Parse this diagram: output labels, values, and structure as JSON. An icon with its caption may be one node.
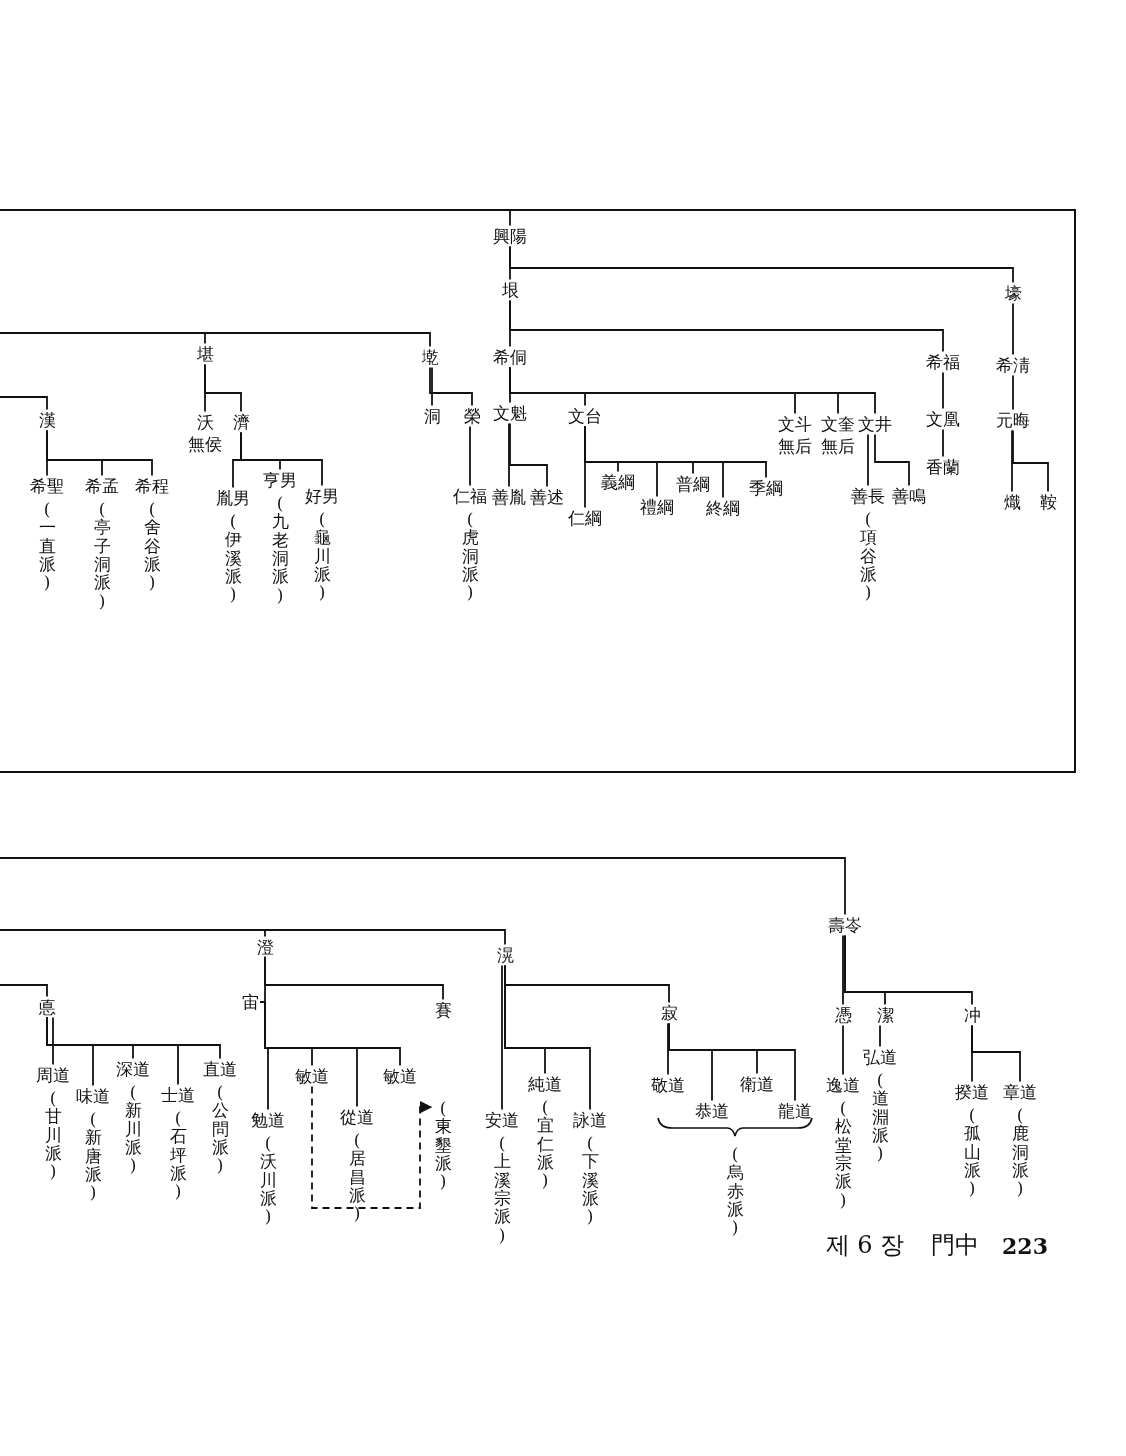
{
  "diagram": {
    "nodes": [
      {
        "text": [
          "興陽"
        ]
      },
      {
        "text": [
          "垠"
        ]
      },
      {
        "text": [
          "壕"
        ]
      },
      {
        "text": [
          "希侗"
        ]
      },
      {
        "text": [
          "希福"
        ]
      },
      {
        "text": [
          "希淸"
        ]
      },
      {
        "text": [
          "文魁"
        ]
      },
      {
        "text": [
          "文台"
        ]
      },
      {
        "text": [
          "文斗"
        ],
        "beside": [
          "無后"
        ]
      },
      {
        "text": [
          "文奎"
        ],
        "beside": [
          "無后"
        ]
      },
      {
        "text": [
          "文井"
        ]
      },
      {
        "text": [
          "文凰"
        ]
      },
      {
        "text": [
          "元晦"
        ]
      },
      {
        "text": [
          "善胤"
        ]
      },
      {
        "text": [
          "善述"
        ]
      },
      {
        "text": [
          "仁綱"
        ]
      },
      {
        "text": [
          "義綱"
        ]
      },
      {
        "text": [
          "禮綱"
        ]
      },
      {
        "text": [
          "普綱"
        ]
      },
      {
        "text": [
          "終綱"
        ]
      },
      {
        "text": [
          "季綱"
        ]
      },
      {
        "text": [
          "香蘭"
        ]
      },
      {
        "text": [
          "善長"
        ],
        "beside": [
          "(項谷派)"
        ]
      },
      {
        "text": [
          "善鳴"
        ]
      },
      {
        "text": [
          "熾"
        ]
      },
      {
        "text": [
          "鞍"
        ]
      },
      {
        "text": [
          "堪"
        ]
      },
      {
        "text": [
          "墘"
        ]
      },
      {
        "text": [
          "沃"
        ],
        "beside": [
          "無侯"
        ]
      },
      {
        "text": [
          "濟"
        ]
      },
      {
        "text": [
          "洞"
        ]
      },
      {
        "text": [
          "榮"
        ]
      },
      {
        "text": [
          "漢"
        ]
      },
      {
        "text": [
          "希聖"
        ],
        "beside": [
          "(一直派)"
        ]
      },
      {
        "text": [
          "希孟"
        ],
        "beside": [
          "(亭子洞派)"
        ]
      },
      {
        "text": [
          "希程"
        ],
        "beside": [
          "(舍谷派)"
        ]
      },
      {
        "text": [
          "胤男"
        ],
        "beside": [
          "(伊溪派)"
        ]
      },
      {
        "text": [
          "亨男"
        ],
        "beside": [
          "(九老洞派)"
        ]
      },
      {
        "text": [
          "好男"
        ],
        "beside": [
          "(龜川派)"
        ]
      },
      {
        "text": [
          "仁福"
        ],
        "beside": [
          "(虎洞派)"
        ]
      },
      {
        "text": [
          "壽岺"
        ]
      },
      {
        "text": [
          "澄"
        ]
      },
      {
        "text": [
          "滉"
        ]
      },
      {
        "text": [
          "悳"
        ]
      },
      {
        "text": [
          "宙"
        ]
      },
      {
        "text": [
          "賽"
        ]
      },
      {
        "text": [
          "寂"
        ]
      },
      {
        "text": [
          "憑"
        ]
      },
      {
        "text": [
          "潔"
        ]
      },
      {
        "text": [
          "冲"
        ]
      },
      {
        "text": [
          "周道"
        ],
        "beside": [
          "(甘川派)"
        ]
      },
      {
        "text": [
          "味道"
        ],
        "beside": [
          "(新唐派)"
        ]
      },
      {
        "text": [
          "深道"
        ],
        "beside": [
          "(新川派)"
        ]
      },
      {
        "text": [
          "士道"
        ],
        "beside": [
          "(石坪派)"
        ]
      },
      {
        "text": [
          "直道"
        ],
        "beside": [
          "(公問派)"
        ]
      },
      {
        "text": [
          "勉道"
        ],
        "beside": [
          "(沃川派)"
        ]
      },
      {
        "text": [
          "敏道"
        ]
      },
      {
        "text": [
          "從道"
        ],
        "beside": [
          "(居昌派)"
        ]
      },
      {
        "text": [
          "敏道"
        ]
      },
      {
        "text": [
          "(東墾派)"
        ]
      },
      {
        "text": [
          "純道"
        ],
        "beside": [
          "(宜仁派)"
        ]
      },
      {
        "text": [
          "安道"
        ],
        "beside": [
          "(上溪宗派)"
        ]
      },
      {
        "text": [
          "詠道"
        ],
        "beside": [
          "(下溪派)"
        ]
      },
      {
        "text": [
          "敬道"
        ]
      },
      {
        "text": [
          "衛道"
        ]
      },
      {
        "text": [
          "恭道"
        ]
      },
      {
        "text": [
          "龍道"
        ]
      },
      {
        "text": [
          "逸道"
        ],
        "beside": [
          "(松堂宗派)"
        ]
      },
      {
        "text": [
          "弘道"
        ],
        "beside": [
          "(道淵派)"
        ]
      },
      {
        "text": [
          "揆道"
        ],
        "beside": [
          "(孤山派)"
        ]
      },
      {
        "text": [
          "章道"
        ],
        "beside": [
          "(鹿洞派)"
        ]
      }
    ],
    "edges": [
      {
        "from": null,
        "to": 0,
        "arrow": "none"
      },
      {
        "from": 0,
        "to": 1,
        "arrow": "none"
      },
      {
        "from": 0,
        "to": 2,
        "arrow": "none"
      },
      {
        "from": 1,
        "to": 3,
        "arrow": "none"
      },
      {
        "from": 1,
        "to": 4,
        "arrow": "none"
      },
      {
        "from": 2,
        "to": 5,
        "arrow": "none"
      },
      {
        "from": 3,
        "to": 6,
        "arrow": "none"
      },
      {
        "from": 3,
        "to": 7,
        "arrow": "none"
      },
      {
        "from": 3,
        "to": 8,
        "arrow": "none"
      },
      {
        "from": 3,
        "to": 9,
        "arrow": "none"
      },
      {
        "from": 3,
        "to": 10,
        "arrow": "none"
      },
      {
        "from": 4,
        "to": 11,
        "arrow": "none"
      },
      {
        "from": 11,
        "to": 21,
        "arrow": "none"
      },
      {
        "from": 5,
        "to": 12,
        "arrow": "none"
      },
      {
        "from": 12,
        "to": 24,
        "arrow": "none"
      },
      {
        "from": 12,
        "to": 25,
        "arrow": "none"
      },
      {
        "from": 6,
        "to": 13,
        "arrow": "none"
      },
      {
        "from": 6,
        "to": 14,
        "arrow": "none"
      },
      {
        "from": 7,
        "to": 15,
        "arrow": "none"
      },
      {
        "from": 7,
        "to": 16,
        "arrow": "none"
      },
      {
        "from": 7,
        "to": 17,
        "arrow": "none"
      },
      {
        "from": 7,
        "to": 18,
        "arrow": "none"
      },
      {
        "from": 7,
        "to": 19,
        "arrow": "none"
      },
      {
        "from": 7,
        "to": 20,
        "arrow": "none"
      },
      {
        "from": 10,
        "to": 22,
        "arrow": "none"
      },
      {
        "from": 10,
        "to": 23,
        "arrow": "none"
      },
      {
        "from": null,
        "to": 26,
        "arrow": "none"
      },
      {
        "from": null,
        "to": 27,
        "arrow": "none"
      },
      {
        "from": 26,
        "to": 28,
        "arrow": "none"
      },
      {
        "from": 26,
        "to": 29,
        "arrow": "none"
      },
      {
        "from": 27,
        "to": 30,
        "arrow": "none"
      },
      {
        "from": 27,
        "to": 31,
        "arrow": "none"
      },
      {
        "from": 31,
        "to": 39,
        "arrow": "none"
      },
      {
        "from": null,
        "to": 32,
        "arrow": "none"
      },
      {
        "from": 32,
        "to": 33,
        "arrow": "none"
      },
      {
        "from": 32,
        "to": 34,
        "arrow": "none"
      },
      {
        "from": 32,
        "to": 35,
        "arrow": "none"
      },
      {
        "from": 29,
        "to": 36,
        "arrow": "none"
      },
      {
        "from": 29,
        "to": 37,
        "arrow": "none"
      },
      {
        "from": 29,
        "to": 38,
        "arrow": "none"
      },
      {
        "from": null,
        "to": 40,
        "arrow": "none"
      },
      {
        "from": null,
        "to": 41,
        "arrow": "none"
      },
      {
        "from": null,
        "to": 42,
        "arrow": "none"
      },
      {
        "from": null,
        "to": 43,
        "arrow": "none"
      },
      {
        "from": 41,
        "to": 44,
        "arrow": "none"
      },
      {
        "from": 41,
        "to": 45,
        "arrow": "none"
      },
      {
        "from": 44,
        "to": 55,
        "arrow": "none"
      },
      {
        "from": 44,
        "to": 56,
        "arrow": "none"
      },
      {
        "from": 44,
        "to": 57,
        "arrow": "none"
      },
      {
        "from": 44,
        "to": 58,
        "arrow": "none"
      },
      {
        "from": 56,
        "to": 59,
        "arrow": "to",
        "style": "dashed"
      },
      {
        "from": 43,
        "to": 50,
        "arrow": "none"
      },
      {
        "from": 43,
        "to": 51,
        "arrow": "none"
      },
      {
        "from": 43,
        "to": 52,
        "arrow": "none"
      },
      {
        "from": 43,
        "to": 53,
        "arrow": "none"
      },
      {
        "from": 43,
        "to": 54,
        "arrow": "none"
      },
      {
        "from": 42,
        "to": 61,
        "arrow": "none"
      },
      {
        "from": 42,
        "to": 60,
        "arrow": "none"
      },
      {
        "from": 42,
        "to": 62,
        "arrow": "none"
      },
      {
        "from": 42,
        "to": 46,
        "arrow": "none"
      },
      {
        "from": 46,
        "to": 63,
        "arrow": "none"
      },
      {
        "from": 46,
        "to": 65,
        "arrow": "none"
      },
      {
        "from": 46,
        "to": 64,
        "arrow": "none"
      },
      {
        "from": 46,
        "to": 66,
        "arrow": "none"
      },
      {
        "from": 40,
        "to": 47,
        "arrow": "none"
      },
      {
        "from": 40,
        "to": 48,
        "arrow": "none"
      },
      {
        "from": 40,
        "to": 49,
        "arrow": "none"
      },
      {
        "from": 47,
        "to": 67,
        "arrow": "none"
      },
      {
        "from": 48,
        "to": 68,
        "arrow": "none"
      },
      {
        "from": 49,
        "to": 69,
        "arrow": "none"
      },
      {
        "from": 49,
        "to": 70,
        "arrow": "none"
      }
    ],
    "labels": [
      "(烏赤派)",
      "제 6 장",
      "門中",
      "223"
    ]
  }
}
